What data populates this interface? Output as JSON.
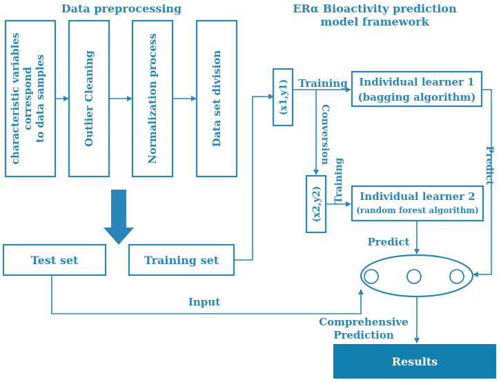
{
  "colors": {
    "accent": "#2a86b8",
    "results_fill": "#137fae",
    "results_text": "#ffffff"
  },
  "titles": {
    "preprocessing": "Data preprocessing",
    "framework_line1": "ERα  Bioactivity prediction",
    "framework_line2": "model framework"
  },
  "preprocessing_steps": {
    "step1_line1": "characteristic variables",
    "step1_line2": "correspond",
    "step1_line3": "to data samples",
    "step2": "Outlier Cleaning",
    "step3": "Normalization process",
    "step4": "Data set division"
  },
  "sets": {
    "test": "Test set",
    "training": "Training set"
  },
  "samples": {
    "s1": "(x1,y1)",
    "s2": "(x2,y2)"
  },
  "learners": {
    "l1_title": "Individual learner 1",
    "l1_sub": "(bagging algorithm)",
    "l2_title": "Individual learner 2",
    "l2_sub": "(random forest algorithm)"
  },
  "edge_labels": {
    "training_1": "Training",
    "conversion": "Conversion",
    "training_2": "Training",
    "predict_1": "Predict",
    "predict_2": "Predict",
    "input": "Input",
    "comprehensive_line1": "Comprehensive",
    "comprehensive_line2": "Prediction"
  },
  "results": "Results"
}
